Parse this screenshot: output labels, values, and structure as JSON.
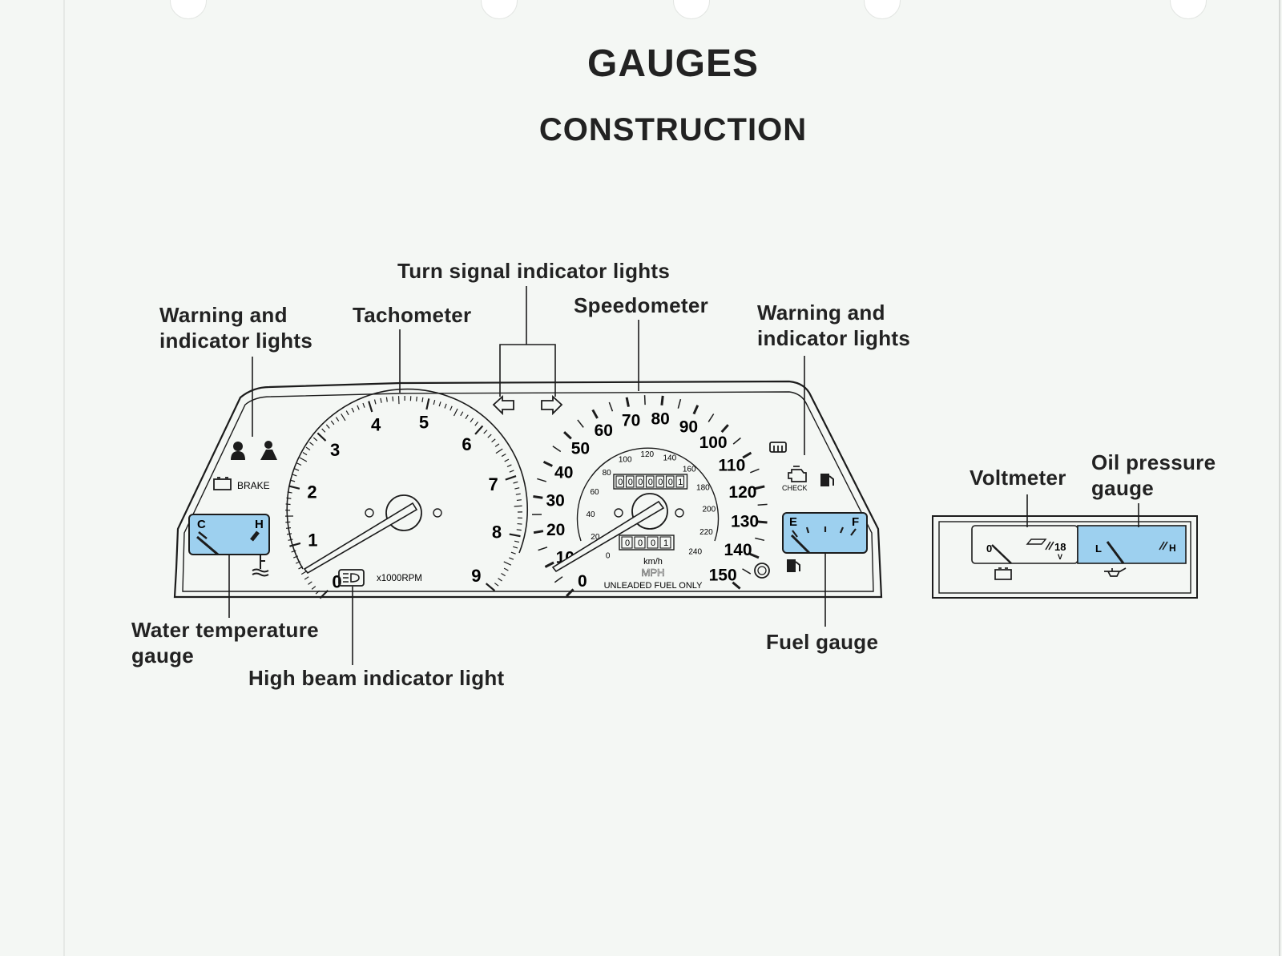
{
  "title": "GAUGES",
  "subtitle": "CONSTRUCTION",
  "colors": {
    "gauge_fill": "#9dd0ef",
    "ink": "#1c1c1c",
    "paper": "#f4f7f4"
  },
  "labels": {
    "warning_left": "Warning and\nindicator lights",
    "tachometer": "Tachometer",
    "turn_signal": "Turn signal indicator lights",
    "speedometer": "Speedometer",
    "warning_right": "Warning and\nindicator lights",
    "voltmeter": "Voltmeter",
    "oil_pressure": "Oil pressure\ngauge",
    "water_temp": "Water temperature\ngauge",
    "high_beam": "High beam indicator light",
    "fuel": "Fuel gauge"
  },
  "tachometer": {
    "scale": [
      "0",
      "1",
      "2",
      "3",
      "4",
      "5",
      "6",
      "7",
      "8",
      "9"
    ],
    "unit": "x1000RPM"
  },
  "speedometer": {
    "mph_scale": [
      "0",
      "10",
      "20",
      "30",
      "40",
      "50",
      "60",
      "70",
      "80",
      "90",
      "100",
      "110",
      "120",
      "130",
      "140",
      "150"
    ],
    "kmh_scale": [
      "0",
      "20",
      "40",
      "60",
      "80",
      "100",
      "120",
      "140",
      "160",
      "180",
      "200",
      "220",
      "240"
    ],
    "unit_kmh": "km/h",
    "unit_mph": "MPH",
    "odometer": [
      "0",
      "0",
      "0",
      "0",
      "0",
      "0",
      "1"
    ],
    "tripmeter": [
      "0",
      "0",
      "0",
      "1"
    ],
    "notice": "UNLEADED FUEL ONLY"
  },
  "water_gauge": {
    "cold": "C",
    "hot": "H"
  },
  "fuel_gauge": {
    "empty": "E",
    "full": "F"
  },
  "indicators": {
    "brake": "BRAKE",
    "check": "CHECK"
  },
  "voltmeter": {
    "min": "0",
    "max": "18",
    "unit": "V"
  },
  "oil_gauge": {
    "low": "L",
    "high": "H"
  },
  "icons": [
    "seatbelt-warning-icon",
    "door-warning-icon",
    "battery-icon",
    "water-temp-icon",
    "high-beam-icon",
    "turn-left-arrow-icon",
    "turn-right-arrow-icon",
    "rear-defogger-icon",
    "check-engine-icon",
    "fuel-pump-icon",
    "oil-can-icon"
  ]
}
